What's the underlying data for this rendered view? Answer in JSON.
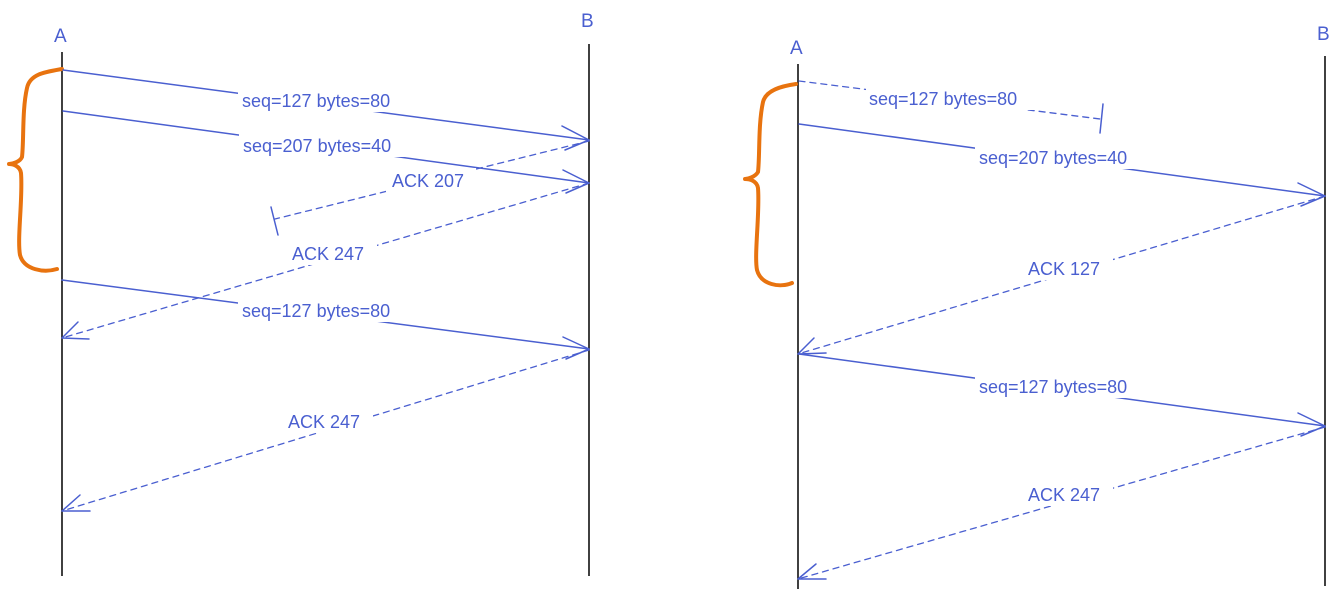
{
  "colors": {
    "message": "#4a5fd0",
    "timeline": "#111111",
    "brace": "#e8730f"
  },
  "left": {
    "endpoint_a": "A",
    "endpoint_b": "B",
    "messages": [
      {
        "label": "seq=127 bytes=80",
        "style": "solid"
      },
      {
        "label": "seq=207 bytes=40",
        "style": "solid"
      },
      {
        "label": "ACK 207",
        "style": "dashed"
      },
      {
        "label": "ACK 247",
        "style": "dashed"
      },
      {
        "label": "seq=127 bytes=80",
        "style": "solid"
      },
      {
        "label": "ACK 247",
        "style": "dashed"
      }
    ]
  },
  "right": {
    "endpoint_a": "A",
    "endpoint_b": "B",
    "messages": [
      {
        "label": "seq=127 bytes=80",
        "style": "dashed"
      },
      {
        "label": "seq=207 bytes=40",
        "style": "solid"
      },
      {
        "label": "ACK 127",
        "style": "dashed"
      },
      {
        "label": "seq=127 bytes=80",
        "style": "solid"
      },
      {
        "label": "ACK 247",
        "style": "dashed"
      }
    ]
  }
}
